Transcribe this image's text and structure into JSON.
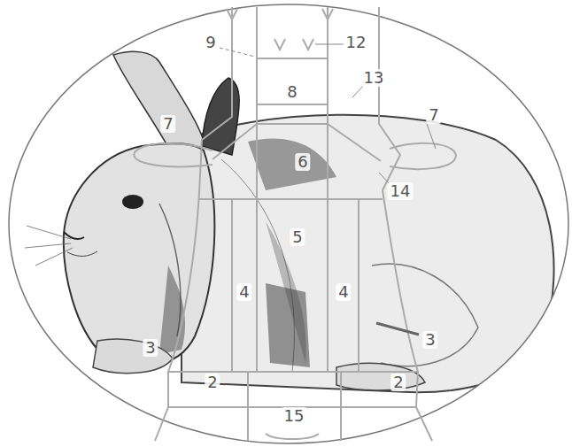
{
  "diagram": {
    "labels": [
      "9",
      "12",
      "13",
      "8",
      "7",
      "7",
      "6",
      "14",
      "5",
      "4",
      "4",
      "3",
      "3",
      "2",
      "2",
      "15"
    ]
  }
}
